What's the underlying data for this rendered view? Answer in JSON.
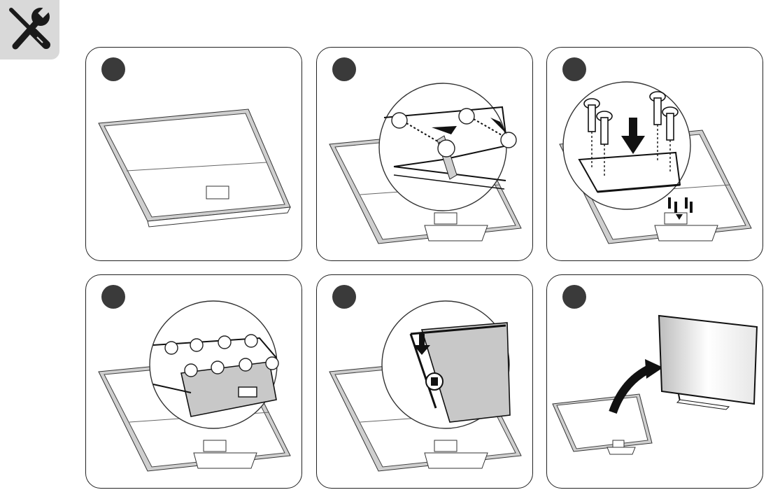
{
  "header": {
    "icon": "tools-icon"
  },
  "steps": [
    {
      "number": "",
      "illustration": "tv-face-down"
    },
    {
      "number": "",
      "illustration": "attach-bracket-hooks"
    },
    {
      "number": "",
      "illustration": "insert-screws"
    },
    {
      "number": "",
      "illustration": "attach-cover-hooks"
    },
    {
      "number": "",
      "illustration": "press-cover-latch"
    },
    {
      "number": "",
      "illustration": "stand-tv-upright"
    }
  ]
}
